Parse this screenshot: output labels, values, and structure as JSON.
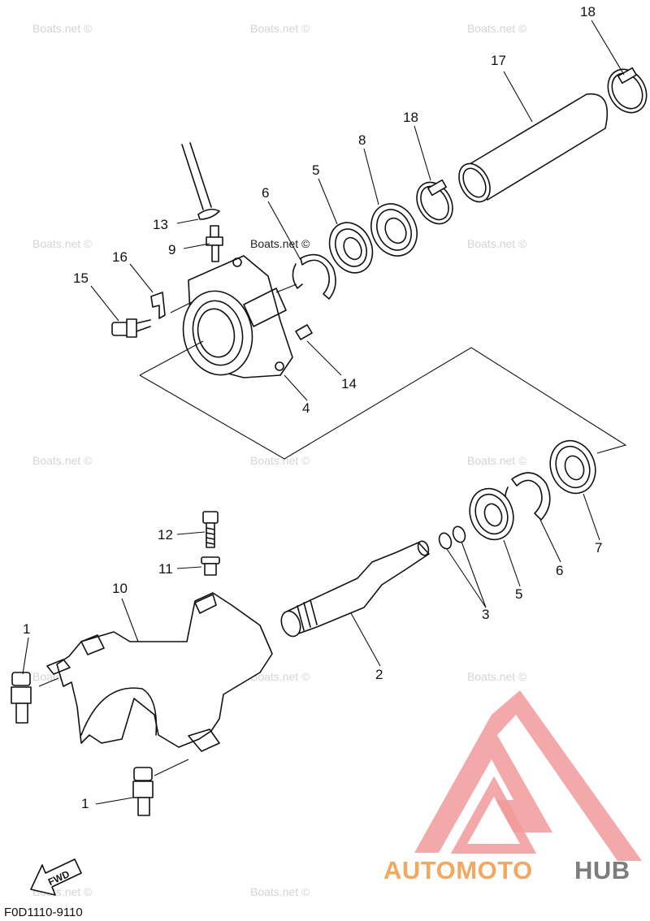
{
  "diagram": {
    "watermark_text": "Boats.net ©",
    "figure_code": "F0D1110-9110",
    "direction_label": "FWD",
    "brand": {
      "part1": "AUTOMOTO",
      "part2": "HUB",
      "color_part1": "#f3a85f",
      "color_part2": "#7d7d7d",
      "logo_color": "#f19a9a"
    },
    "callouts": {
      "c18a": "18",
      "c17": "17",
      "c18b": "18",
      "c8a": "8",
      "c5a": "5",
      "c6a": "6",
      "c13": "13",
      "c9": "9",
      "c16": "16",
      "c15": "15",
      "c14": "14",
      "c4": "4",
      "c12": "12",
      "c11": "11",
      "c10": "10",
      "c1a": "1",
      "c1b": "1",
      "c2": "2",
      "c3": "3",
      "c5b": "5",
      "c6b": "6",
      "c7": "7"
    }
  }
}
